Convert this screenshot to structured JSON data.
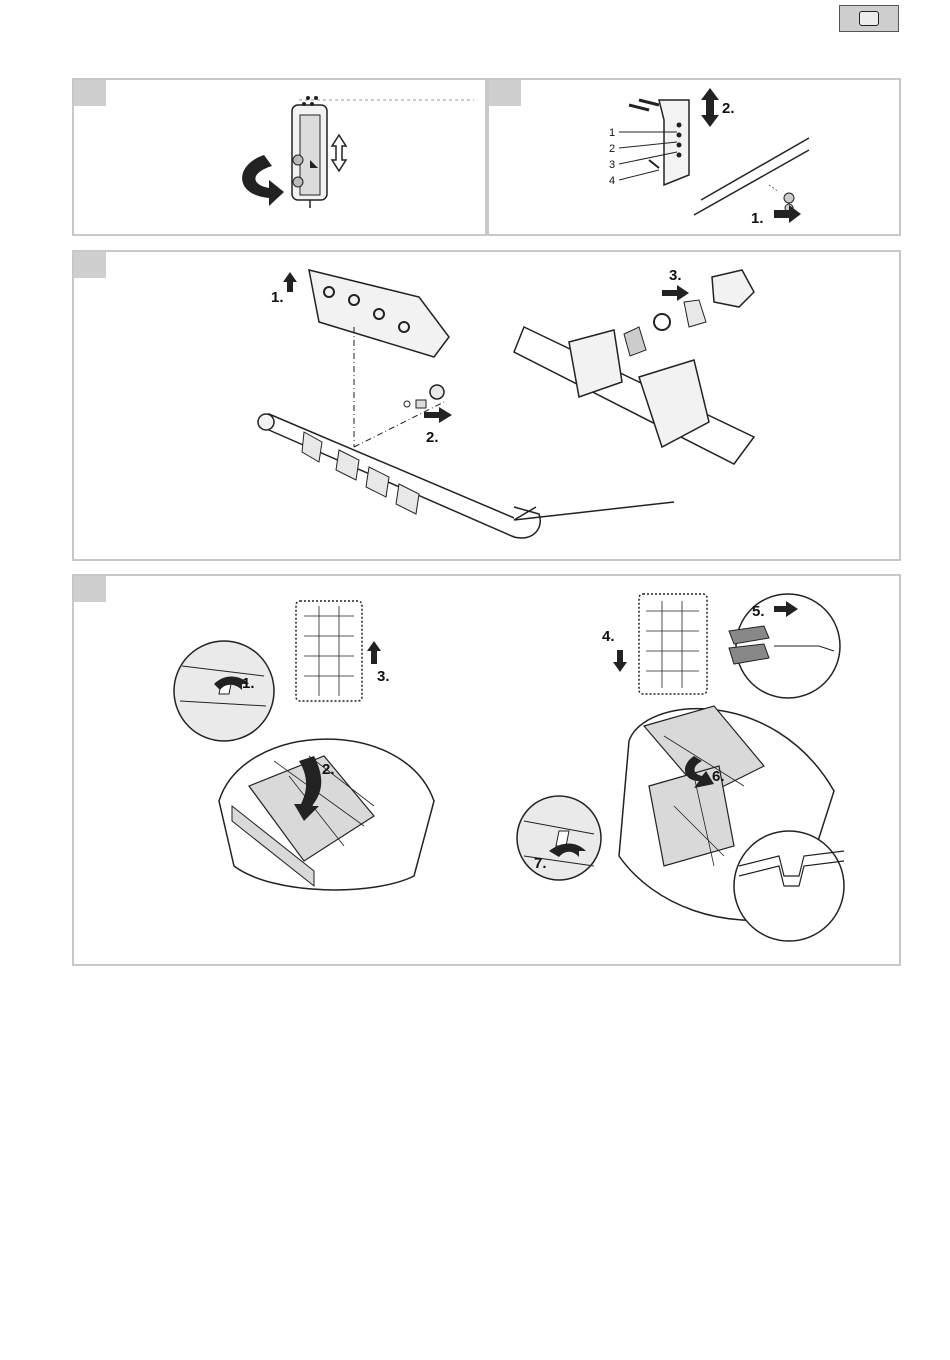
{
  "panel_a": {
    "labels": []
  },
  "panel_b": {
    "callouts": [
      "1",
      "2",
      "3",
      "4"
    ],
    "steps": [
      "2.",
      "1."
    ]
  },
  "panel_c": {
    "steps": [
      "1.",
      "2.",
      "3."
    ]
  },
  "panel_d": {
    "steps_left": [
      "1.",
      "2.",
      "3."
    ],
    "steps_right": [
      "4.",
      "5.",
      "6.",
      "7."
    ]
  },
  "colors": {
    "frame": "#c8c8c8",
    "tab": "#cfcfcf",
    "ink": "#1a1a1a",
    "shade": "#d9d9d9",
    "dark": "#555555"
  }
}
